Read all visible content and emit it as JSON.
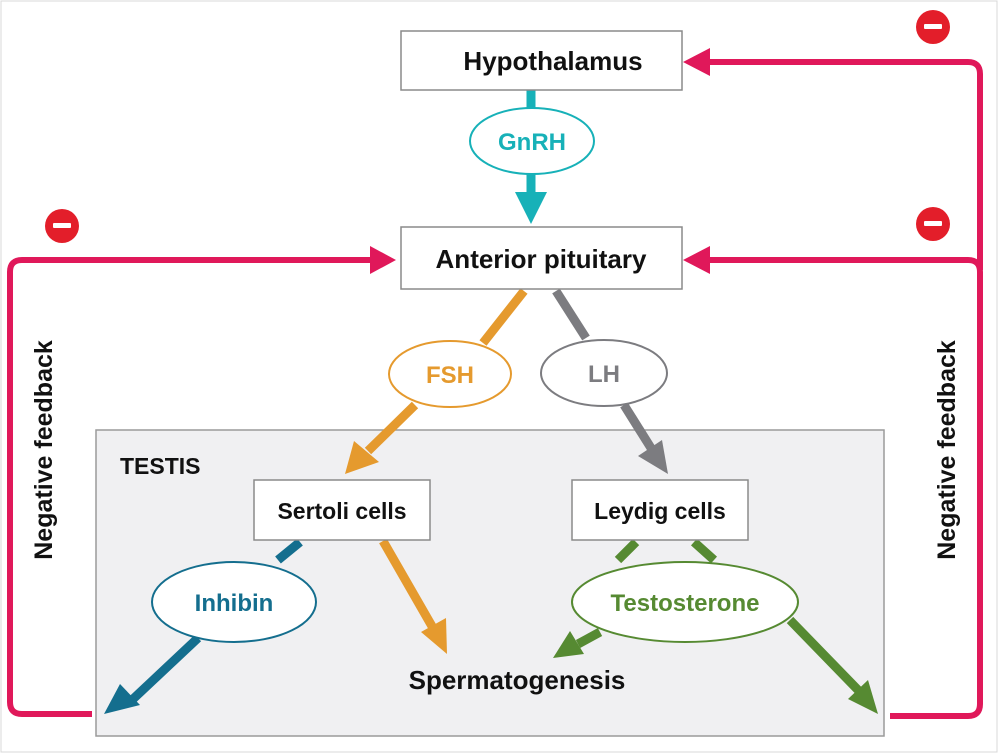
{
  "labels": {
    "hypothalamus": "Hypothalamus",
    "gnrh": "GnRH",
    "anterior_pituitary": "Anterior pituitary",
    "fsh": "FSH",
    "lh": "LH",
    "testis": "TESTIS",
    "sertoli_cells": "Sertoli cells",
    "leydig_cells": "Leydig cells",
    "inhibin": "Inhibin",
    "testosterone": "Testosterone",
    "spermatogenesis": "Spermatogenesis",
    "negative_feedback_left": "Negative feedback",
    "negative_feedback_right": "Negative feedback",
    "minus_sign": "−"
  },
  "colors": {
    "feedback": "#e0185a",
    "gnrh": "#17b1b8",
    "fsh": "#e59a2e",
    "lh": "#7c7c80",
    "inhibin": "#146e8e",
    "testosterone": "#568a32",
    "minus_badge": "#e31e2a",
    "testis_fill": "#f0f0f2",
    "box_border": "#8a8a8a"
  }
}
